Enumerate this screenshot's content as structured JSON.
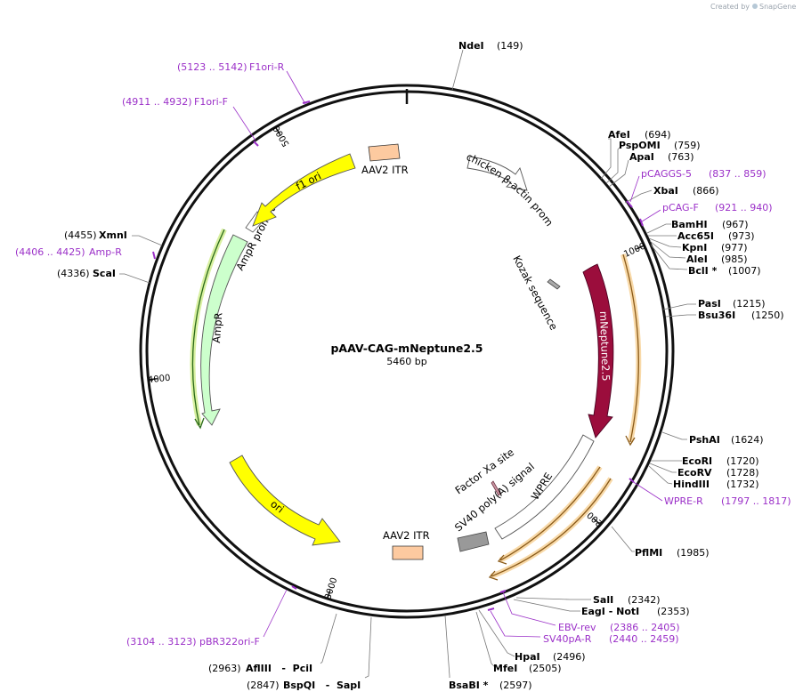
{
  "credit": {
    "prefix": "Created by",
    "brand": "SnapGene"
  },
  "plasmid": {
    "name": "pAAV-CAG-mNeptune2.5",
    "length_text": "5460 bp",
    "length": 5460
  },
  "ticks": [
    {
      "pos": 1000,
      "label": "1000"
    },
    {
      "pos": 2000,
      "label": "2000"
    },
    {
      "pos": 3000,
      "label": "3000"
    },
    {
      "pos": 4000,
      "label": "4000"
    },
    {
      "pos": 5000,
      "label": "5000"
    }
  ],
  "features": [
    {
      "name": "AAV2 ITR",
      "label": "AAV2 ITR",
      "type": "itr",
      "color": "#fdcaa0",
      "labelStyle": "flat"
    },
    {
      "name": "chicken-beta-actin-promoter",
      "label": "chicken β-actin promoter",
      "type": "promoter",
      "color": "#ffffff",
      "labelStyle": "curved"
    },
    {
      "name": "kozak-sequence",
      "label": "Kozak sequence",
      "type": "misc",
      "color": "#aaaaaa",
      "labelStyle": "rotated"
    },
    {
      "name": "mneptune2-5",
      "label": "mNeptune2.5",
      "type": "cds",
      "color": "#9b0d3c",
      "labelStyle": "rotated-inside"
    },
    {
      "name": "wpre",
      "label": "WPRE",
      "type": "misc",
      "color": "#ffffff",
      "labelStyle": "rotated"
    },
    {
      "name": "factor-xa-site",
      "label": "Factor Xa site",
      "type": "misc",
      "color": "#ca96a3",
      "labelStyle": "rotated"
    },
    {
      "name": "sv40-polya-signal",
      "label": "SV40 poly(A) signal",
      "type": "polyA",
      "color": "#999999",
      "labelStyle": "rotated"
    },
    {
      "name": "aav2-itr-2",
      "label": "AAV2 ITR",
      "type": "itr",
      "color": "#fdcaa0",
      "labelStyle": "flat"
    },
    {
      "name": "ori",
      "label": "ori",
      "type": "origin",
      "color": "#ffff00",
      "labelStyle": "rotated-inside"
    },
    {
      "name": "ampr",
      "label": "AmpR",
      "type": "cds",
      "color": "#ccffcc",
      "labelStyle": "rotated"
    },
    {
      "name": "ampr-promoter",
      "label": "AmpR promoter",
      "type": "promoter",
      "color": "#ffffff",
      "labelStyle": "rotated"
    },
    {
      "name": "f1-ori",
      "label": "f1 ori",
      "type": "origin",
      "color": "#ffff00",
      "labelStyle": "rotated-inside"
    }
  ],
  "sites": [
    {
      "name": "NdeI",
      "pos": "(149)",
      "side": "right"
    },
    {
      "name": "AfeI",
      "pos": "(694)",
      "side": "right"
    },
    {
      "name": "PspOMI",
      "pos": "(759)",
      "side": "right"
    },
    {
      "name": "ApaI",
      "pos": "(763)",
      "side": "right"
    },
    {
      "name": "XbaI",
      "pos": "(866)",
      "side": "right"
    },
    {
      "name": "BamHI",
      "pos": "(967)",
      "side": "right"
    },
    {
      "name": "Acc65I",
      "pos": "(973)",
      "side": "right"
    },
    {
      "name": "KpnI",
      "pos": "(977)",
      "side": "right"
    },
    {
      "name": "AleI",
      "pos": "(985)",
      "side": "right"
    },
    {
      "name": "BclI *",
      "pos": "(1007)",
      "side": "right"
    },
    {
      "name": "PasI",
      "pos": "(1215)",
      "side": "right"
    },
    {
      "name": "Bsu36I",
      "pos": "(1250)",
      "side": "right"
    },
    {
      "name": "PshAI",
      "pos": "(1624)",
      "side": "right"
    },
    {
      "name": "EcoRI",
      "pos": "(1720)",
      "side": "right"
    },
    {
      "name": "EcoRV",
      "pos": "(1728)",
      "side": "right"
    },
    {
      "name": "HindIII",
      "pos": "(1732)",
      "side": "right"
    },
    {
      "name": "PflMI",
      "pos": "(1985)",
      "side": "right"
    },
    {
      "name": "SalI",
      "pos": "(2342)",
      "side": "right"
    },
    {
      "name": "EagI  -  NotI",
      "pos": "(2353)",
      "side": "right"
    },
    {
      "name": "HpaI",
      "pos": "(2496)",
      "side": "left"
    },
    {
      "name": "MfeI",
      "pos": "(2505)",
      "side": "left"
    },
    {
      "name": "BsaBI *",
      "pos": "(2597)",
      "side": "right"
    },
    {
      "name": "AflIII   -  PciI",
      "pos": "(2963)",
      "side": "left"
    },
    {
      "name": "BspQI   -  SapI",
      "pos": "(2847)",
      "side": "left"
    },
    {
      "name": "ScaI",
      "pos": "(4336)",
      "side": "left"
    },
    {
      "name": "XmnI",
      "pos": "(4455)",
      "side": "left"
    }
  ],
  "primers": [
    {
      "name": "pCAGGS-5",
      "range": "(837 .. 859)"
    },
    {
      "name": "pCAG-F",
      "range": "(921 .. 940)"
    },
    {
      "name": "WPRE-R",
      "range": "(1797 .. 1817)"
    },
    {
      "name": "EBV-rev",
      "range": "(2386 .. 2405)"
    },
    {
      "name": "SV40pA-R",
      "range": "(2440 .. 2459)"
    },
    {
      "name": "pBR322ori-F",
      "range": "(3104 .. 3123)"
    },
    {
      "name": "Amp-R",
      "range": "(4406 .. 4425)"
    },
    {
      "name": "F1ori-F",
      "range": "(4911 .. 4932)"
    },
    {
      "name": "F1ori-R",
      "range": "(5123 .. 5142)"
    }
  ],
  "colors": {
    "primer": "#9b30c8",
    "orf": "#e8a94a",
    "backbone": "#000000"
  }
}
